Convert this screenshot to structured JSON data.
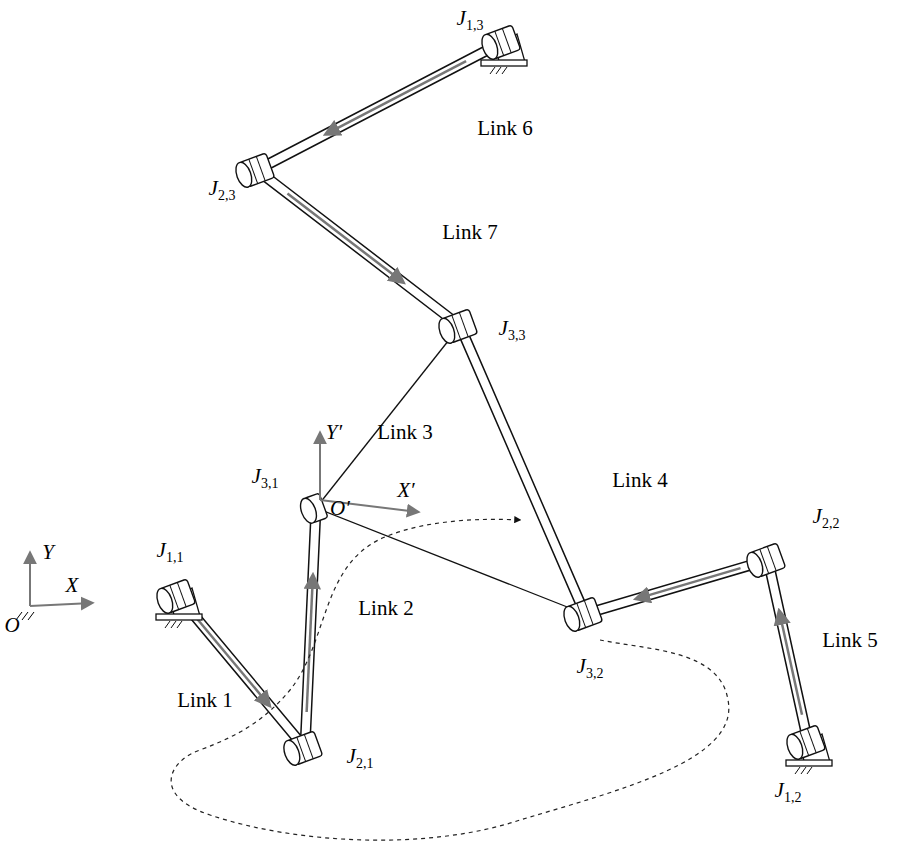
{
  "diagram": {
    "labels": [
      "J1,3",
      "Link 6",
      "J2,3",
      "Link 7",
      "J3,3",
      "Y′",
      "Link 3",
      "J3,1",
      "O′",
      "X′",
      "Link 4",
      "J2,2",
      "Y",
      "X",
      "O",
      "J1,1",
      "Link 2",
      "J3,2",
      "Link 5",
      "Link 1",
      "J2,1",
      "J1,2"
    ]
  }
}
